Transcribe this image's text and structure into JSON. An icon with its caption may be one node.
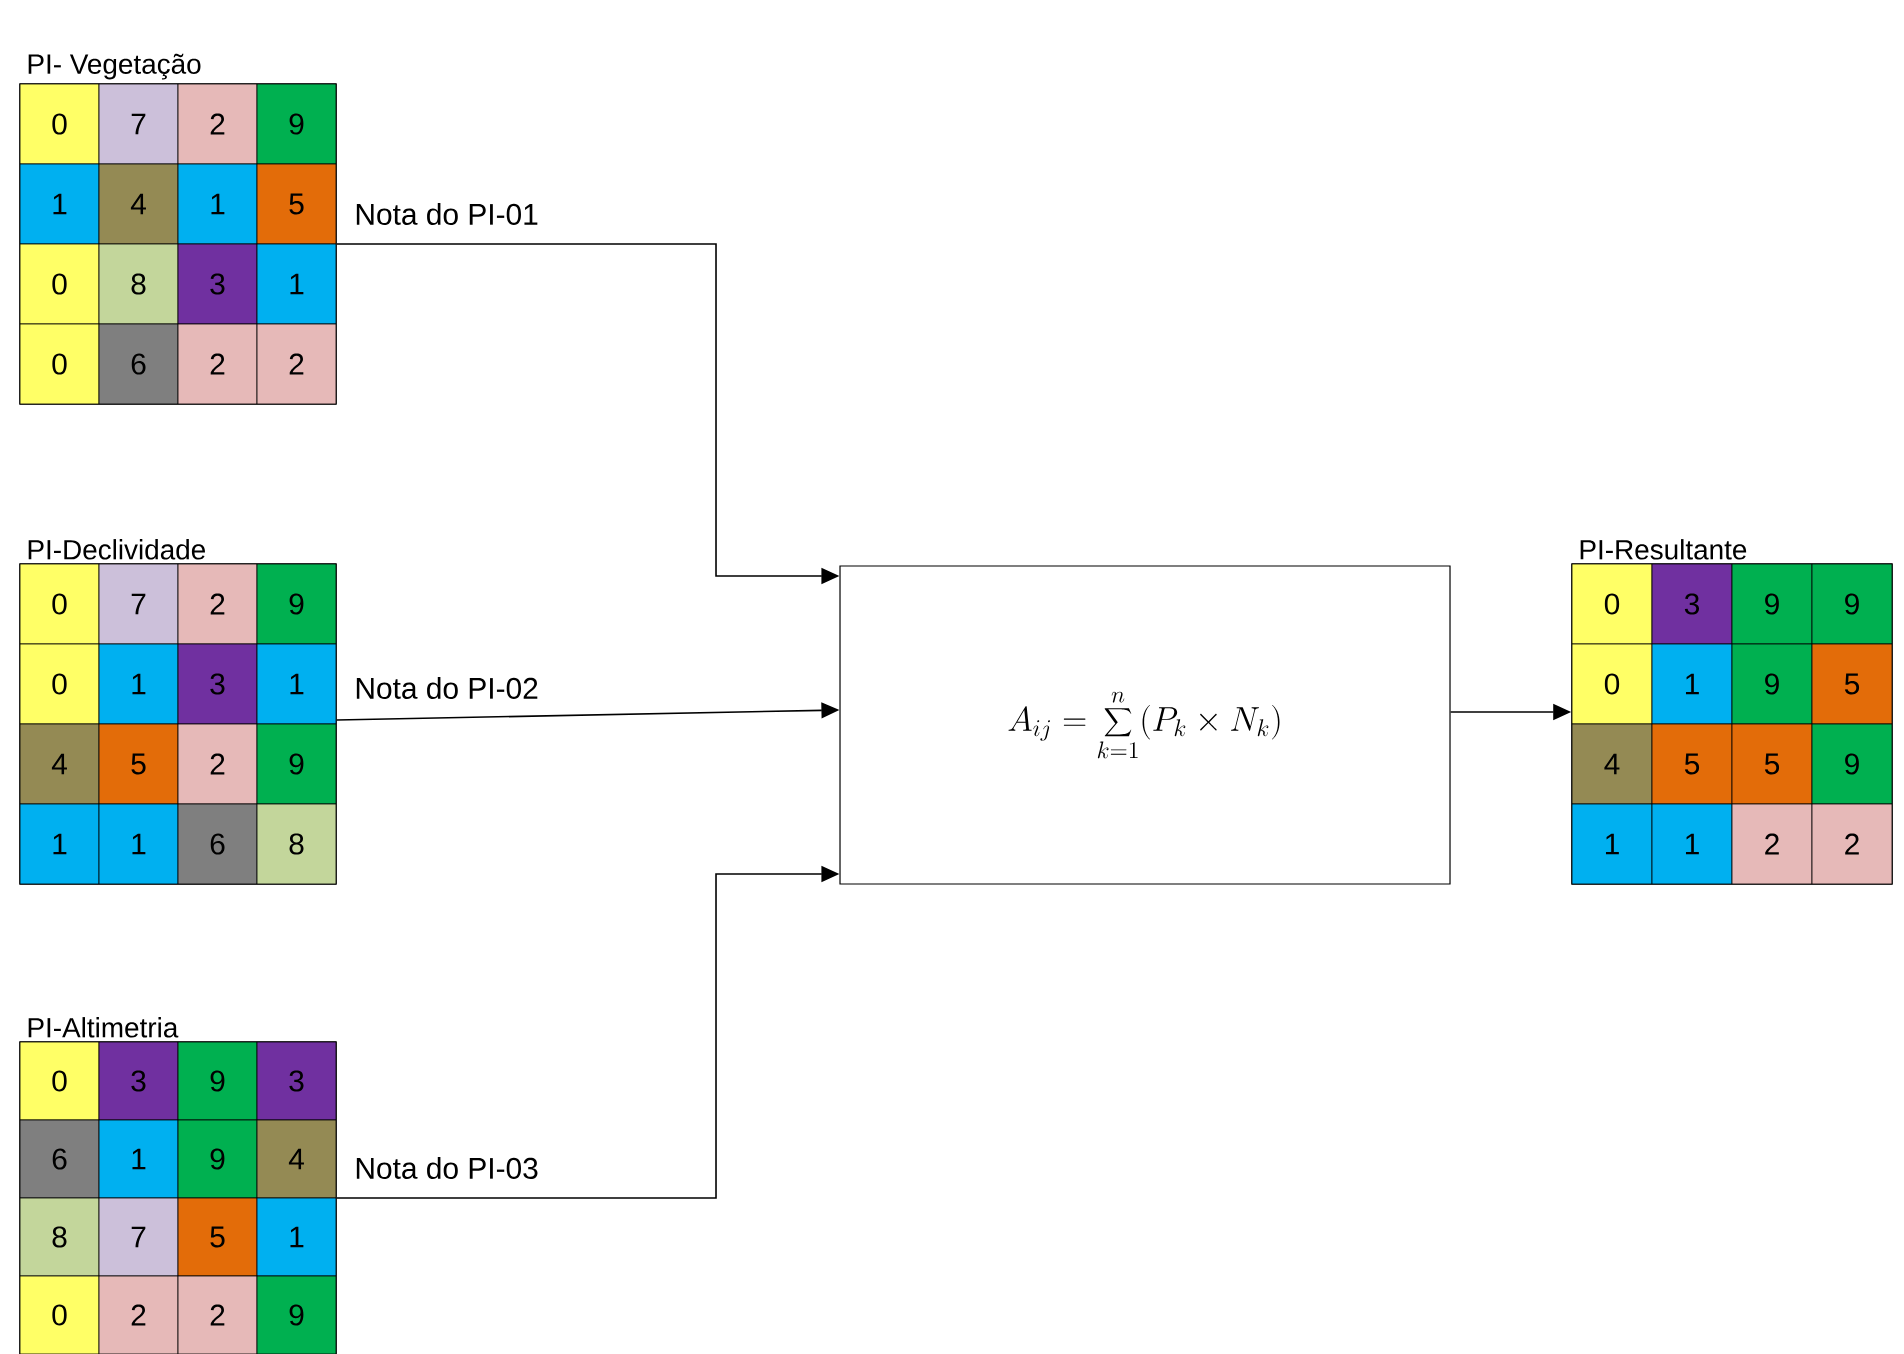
{
  "diagram": {
    "nodes": [
      {
        "text": [
          "PI- Vegetação"
        ]
      },
      {
        "text": [
          "0"
        ],
        "in": 0
      },
      {
        "text": [
          "7"
        ],
        "in": 0
      },
      {
        "text": [
          "2"
        ],
        "in": 0
      },
      {
        "text": [
          "9"
        ],
        "in": 0
      },
      {
        "text": [
          "1"
        ],
        "in": 0
      },
      {
        "text": [
          "4"
        ],
        "in": 0
      },
      {
        "text": [
          "1"
        ],
        "in": 0
      },
      {
        "text": [
          "5"
        ],
        "in": 0
      },
      {
        "text": [
          "0"
        ],
        "in": 0
      },
      {
        "text": [
          "8"
        ],
        "in": 0
      },
      {
        "text": [
          "3"
        ],
        "in": 0
      },
      {
        "text": [
          "1"
        ],
        "in": 0
      },
      {
        "text": [
          "0"
        ],
        "in": 0
      },
      {
        "text": [
          "6"
        ],
        "in": 0
      },
      {
        "text": [
          "2"
        ],
        "in": 0
      },
      {
        "text": [
          "2"
        ],
        "in": 0
      },
      {
        "text": [
          "PI-Declividade"
        ]
      },
      {
        "text": [
          "0"
        ],
        "in": 17
      },
      {
        "text": [
          "7"
        ],
        "in": 17
      },
      {
        "text": [
          "2"
        ],
        "in": 17
      },
      {
        "text": [
          "9"
        ],
        "in": 17
      },
      {
        "text": [
          "0"
        ],
        "in": 17
      },
      {
        "text": [
          "1"
        ],
        "in": 17
      },
      {
        "text": [
          "3"
        ],
        "in": 17
      },
      {
        "text": [
          "1"
        ],
        "in": 17
      },
      {
        "text": [
          "4"
        ],
        "in": 17
      },
      {
        "text": [
          "5"
        ],
        "in": 17
      },
      {
        "text": [
          "2"
        ],
        "in": 17
      },
      {
        "text": [
          "9"
        ],
        "in": 17
      },
      {
        "text": [
          "1"
        ],
        "in": 17
      },
      {
        "text": [
          "1"
        ],
        "in": 17
      },
      {
        "text": [
          "6"
        ],
        "in": 17
      },
      {
        "text": [
          "8"
        ],
        "in": 17
      },
      {
        "text": [
          "PI-Altimetria"
        ]
      },
      {
        "text": [
          "0"
        ],
        "in": 34
      },
      {
        "text": [
          "3"
        ],
        "in": 34
      },
      {
        "text": [
          "9"
        ],
        "in": 34
      },
      {
        "text": [
          "3"
        ],
        "in": 34
      },
      {
        "text": [
          "6"
        ],
        "in": 34
      },
      {
        "text": [
          "1"
        ],
        "in": 34
      },
      {
        "text": [
          "9"
        ],
        "in": 34
      },
      {
        "text": [
          "4"
        ],
        "in": 34
      },
      {
        "text": [
          "8"
        ],
        "in": 34
      },
      {
        "text": [
          "7"
        ],
        "in": 34
      },
      {
        "text": [
          "5"
        ],
        "in": 34
      },
      {
        "text": [
          "1"
        ],
        "in": 34
      },
      {
        "text": [
          "0"
        ],
        "in": 34
      },
      {
        "text": [
          "2"
        ],
        "in": 34
      },
      {
        "text": [
          "2"
        ],
        "in": 34
      },
      {
        "text": [
          "9"
        ],
        "in": 34
      },
      {
        "text": [
          "A_{ij} = \\sum_{k=1}^{n} (P_k \\times N_k)"
        ]
      },
      {
        "text": [
          "PI-Resultante"
        ]
      },
      {
        "text": [
          "0"
        ],
        "in": 52
      },
      {
        "text": [
          "3"
        ],
        "in": 52
      },
      {
        "text": [
          "9"
        ],
        "in": 52
      },
      {
        "text": [
          "9"
        ],
        "in": 52
      },
      {
        "text": [
          "0"
        ],
        "in": 52
      },
      {
        "text": [
          "1"
        ],
        "in": 52
      },
      {
        "text": [
          "9"
        ],
        "in": 52
      },
      {
        "text": [
          "5"
        ],
        "in": 52
      },
      {
        "text": [
          "4"
        ],
        "in": 52
      },
      {
        "text": [
          "5"
        ],
        "in": 52
      },
      {
        "text": [
          "5"
        ],
        "in": 52
      },
      {
        "text": [
          "9"
        ],
        "in": 52
      },
      {
        "text": [
          "1"
        ],
        "in": 52
      },
      {
        "text": [
          "1"
        ],
        "in": 52
      },
      {
        "text": [
          "2"
        ],
        "in": 52
      },
      {
        "text": [
          "2"
        ],
        "in": 52
      }
    ],
    "edges": [
      {
        "from": 0,
        "to": 51,
        "arrow": "to",
        "label": "Nota do PI-01"
      },
      {
        "from": 17,
        "to": 51,
        "arrow": "to",
        "label": "Nota do PI-02"
      },
      {
        "from": 34,
        "to": 51,
        "arrow": "to",
        "label": "Nota do PI-03"
      },
      {
        "from": 51,
        "to": 52,
        "arrow": "to"
      }
    ]
  }
}
